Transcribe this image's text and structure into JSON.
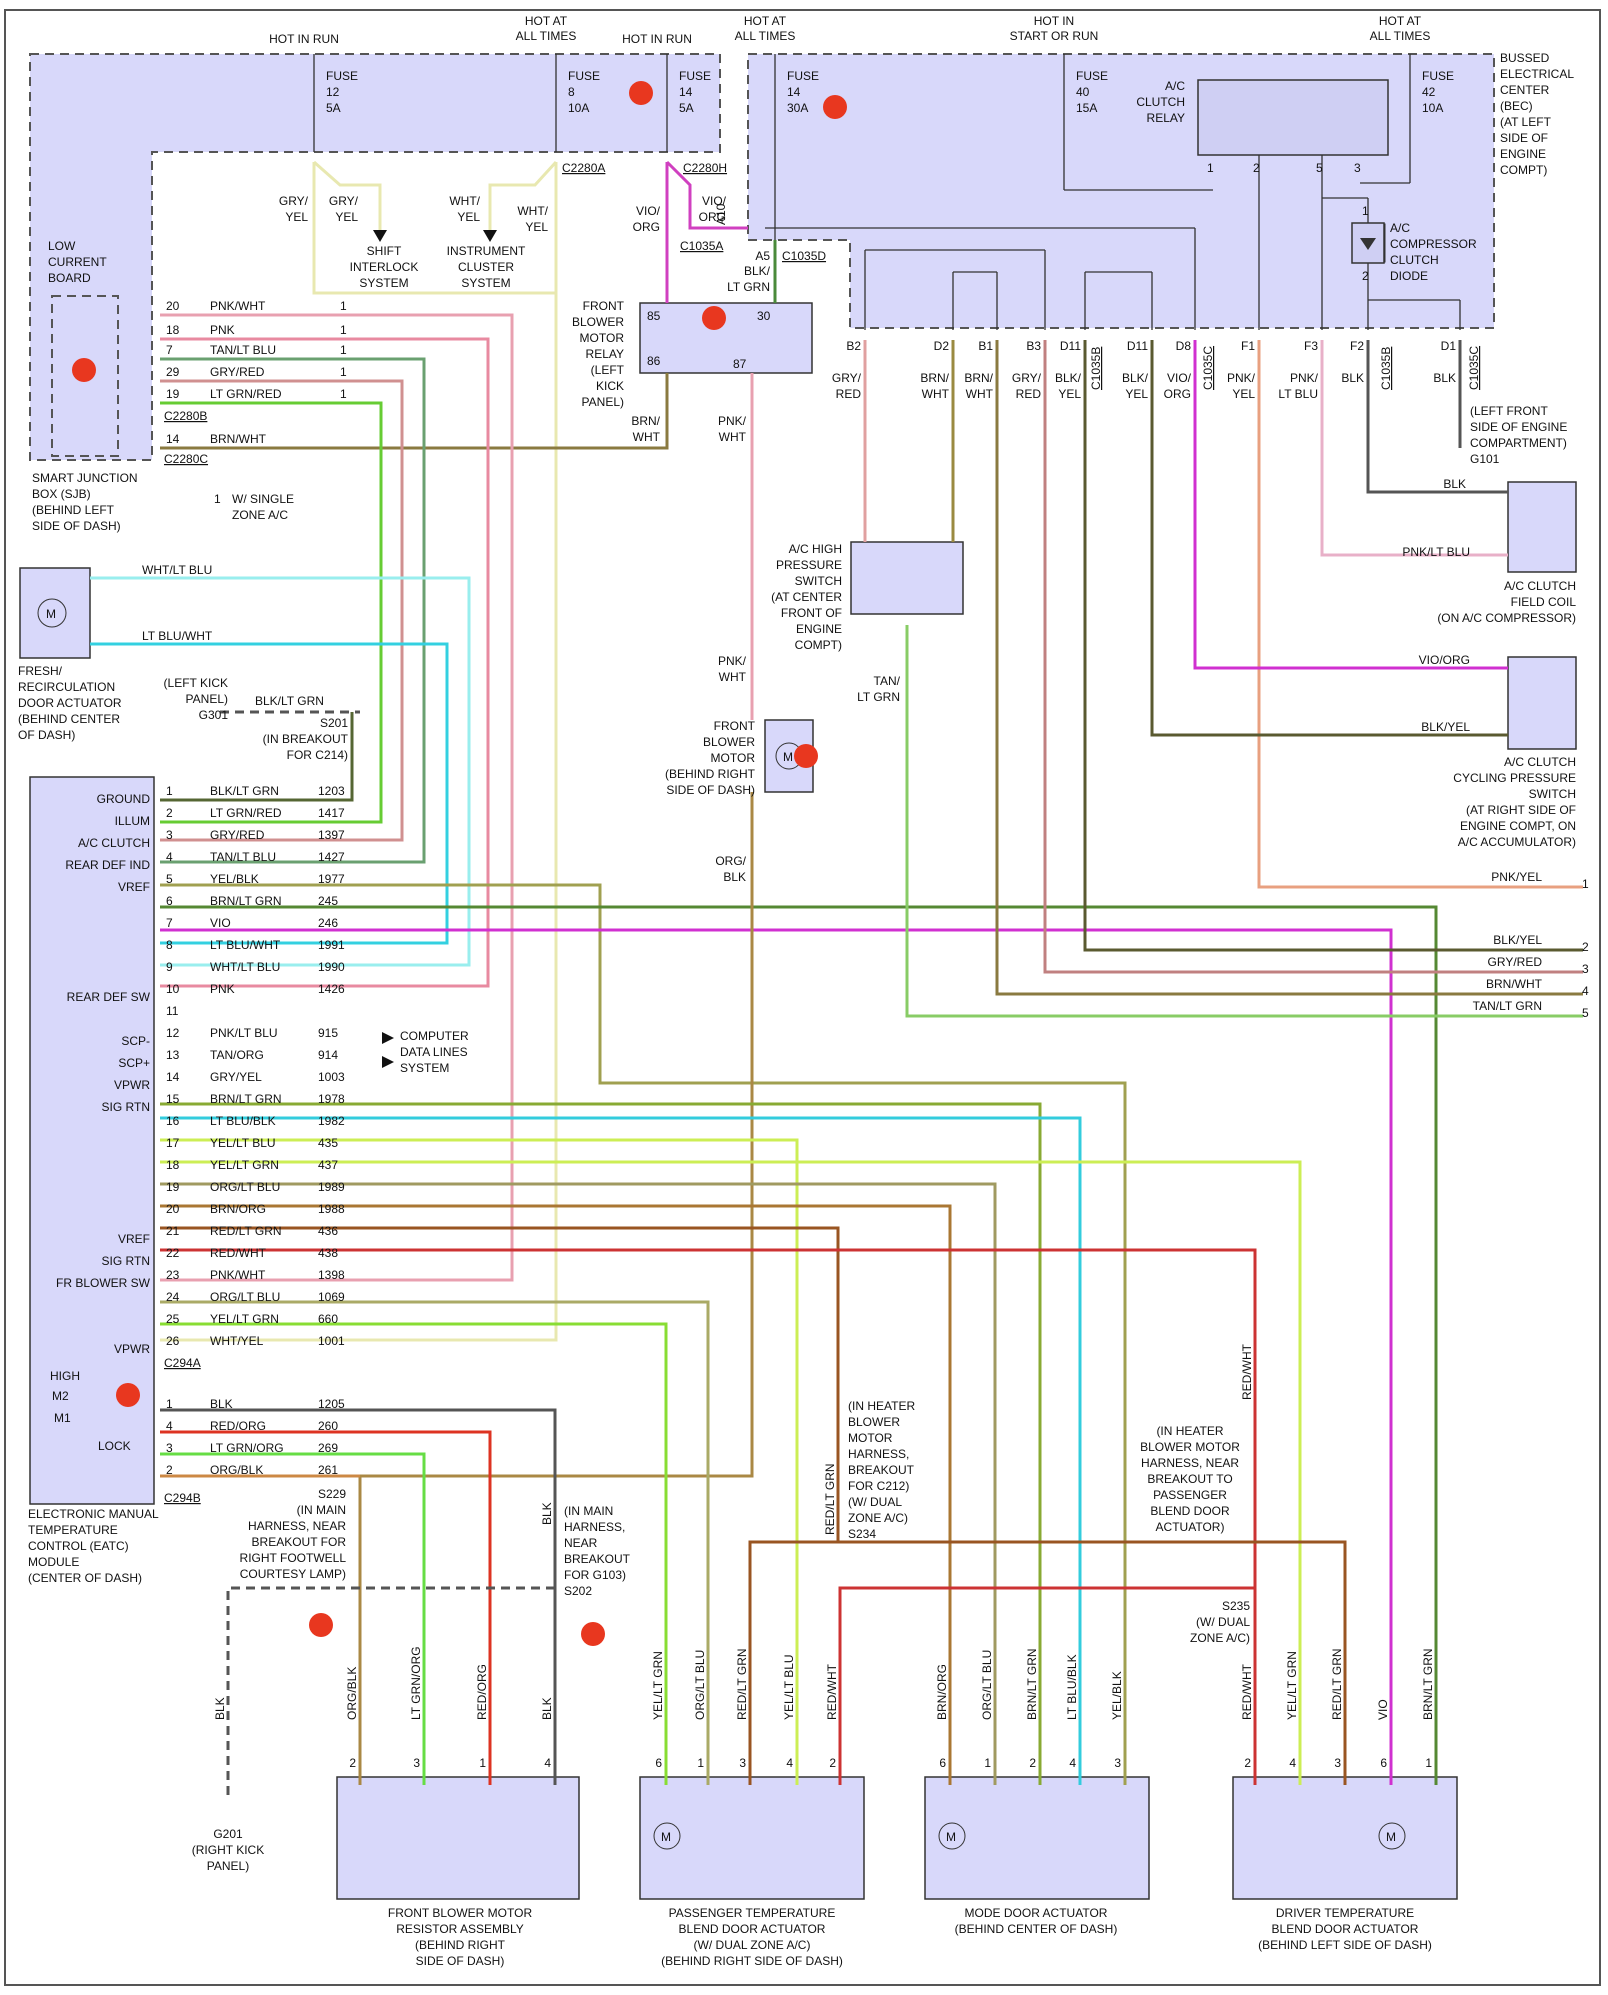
{
  "title": "Climate Control Wiring Diagram",
  "power_labels": [
    {
      "id": "fuse12",
      "text": [
        "HOT IN RUN"
      ]
    },
    {
      "id": "fuse8",
      "text": [
        "HOT AT",
        "ALL TIMES"
      ]
    },
    {
      "id": "fuse14a",
      "text": [
        "HOT IN RUN"
      ]
    },
    {
      "id": "fuse14b",
      "text": [
        "HOT AT",
        "ALL TIMES"
      ]
    },
    {
      "id": "fuse40",
      "text": [
        "HOT IN",
        "START OR RUN"
      ]
    },
    {
      "id": "fuse42",
      "text": [
        "HOT AT",
        "ALL TIMES"
      ]
    }
  ],
  "fuses": [
    {
      "id": "fuse12",
      "lines": [
        "FUSE",
        "12",
        "5A"
      ]
    },
    {
      "id": "fuse8",
      "lines": [
        "FUSE",
        "8",
        "10A"
      ]
    },
    {
      "id": "fuse14a",
      "lines": [
        "FUSE",
        "14",
        "5A"
      ]
    },
    {
      "id": "fuse14b",
      "lines": [
        "FUSE",
        "14",
        "30A"
      ]
    },
    {
      "id": "fuse40",
      "lines": [
        "FUSE",
        "40",
        "15A"
      ]
    },
    {
      "id": "fuse42",
      "lines": [
        "FUSE",
        "42",
        "10A"
      ]
    }
  ],
  "components": {
    "sjb": [
      "SMART JUNCTION",
      "BOX (SJB)",
      "(BEHIND LEFT",
      "SIDE OF DASH)"
    ],
    "lcb": [
      "LOW",
      "CURRENT",
      "BOARD"
    ],
    "bec": [
      "BUSSED",
      "ELECTRICAL",
      "CENTER",
      "(BEC)",
      "(AT LEFT",
      "SIDE OF",
      "ENGINE",
      "COMPT)"
    ],
    "ac_clutch_relay": [
      "A/C",
      "CLUTCH",
      "RELAY"
    ],
    "diode": [
      "A/C",
      "COMPRESSOR",
      "CLUTCH",
      "DIODE"
    ],
    "blower_relay": [
      "FRONT",
      "BLOWER",
      "MOTOR",
      "RELAY",
      "(LEFT",
      "KICK",
      "PANEL)"
    ],
    "shift_interlock": [
      "SHIFT",
      "INTERLOCK",
      "SYSTEM"
    ],
    "instrument_cluster": [
      "INSTRUMENT",
      "CLUSTER",
      "SYSTEM"
    ],
    "fresh_recirc": [
      "FRESH/",
      "RECIRCULATION",
      "DOOR ACTUATOR",
      "(BEHIND CENTER",
      "OF DASH)"
    ],
    "high_pressure": [
      "A/C HIGH",
      "PRESSURE",
      "SWITCH",
      "(AT CENTER",
      "FRONT OF",
      "ENGINE",
      "COMPT)"
    ],
    "field_coil": [
      "A/C CLUTCH",
      "FIELD COIL",
      "(ON A/C COMPRESSOR)"
    ],
    "cycling_switch": [
      "A/C CLUTCH",
      "CYCLING PRESSURE",
      "SWITCH",
      "(AT RIGHT SIDE OF",
      "ENGINE COMPT, ON",
      "A/C ACCUMULATOR)"
    ],
    "blower_motor": [
      "FRONT",
      "BLOWER",
      "MOTOR",
      "(BEHIND RIGHT",
      "SIDE OF DASH)"
    ],
    "eatc": [
      "ELECTRONIC MANUAL",
      "TEMPERATURE",
      "CONTROL (EATC)",
      "MODULE",
      "(CENTER OF DASH)"
    ],
    "resistor": [
      "FRONT BLOWER MOTOR",
      "RESISTOR ASSEMBLY",
      "(BEHIND RIGHT",
      "SIDE OF DASH)"
    ],
    "pass_blend": [
      "PASSENGER TEMPERATURE",
      "BLEND DOOR ACTUATOR",
      "(W/ DUAL ZONE A/C)",
      "(BEHIND RIGHT SIDE OF DASH)"
    ],
    "mode_door": [
      "MODE DOOR ACTUATOR",
      "(BEHIND CENTER OF DASH)"
    ],
    "driver_blend": [
      "DRIVER TEMPERATURE",
      "BLEND DOOR ACTUATOR",
      "(BEHIND LEFT SIDE OF DASH)"
    ],
    "computer_data": [
      "COMPUTER",
      "DATA LINES",
      "SYSTEM"
    ]
  },
  "note_single_zone": {
    "marker": "1",
    "text": [
      "W/ SINGLE",
      "ZONE A/C"
    ]
  },
  "connectors": {
    "c2280a": "C2280A",
    "c2280h": "C2280H",
    "c2280b": "C2280B",
    "c2280c": "C2280C",
    "c1035a": "C1035A",
    "c1035d": "C1035D",
    "c1035b": "C1035B",
    "c1035c": "C1035C",
    "c294a": "C294A",
    "c294b": "C294B"
  },
  "splices": {
    "g301": [
      "(LEFT KICK",
      "PANEL)",
      "G301"
    ],
    "s201": [
      "S201",
      "(IN BREAKOUT",
      "FOR C214)"
    ],
    "g101": [
      "(LEFT FRONT",
      "SIDE OF ENGINE",
      "COMPARTMENT)",
      "G101"
    ],
    "s229": [
      "S229",
      "(IN MAIN",
      "HARNESS, NEAR",
      "BREAKOUT FOR",
      "RIGHT FOOTWELL",
      "COURTESY LAMP)"
    ],
    "s202": [
      "(IN MAIN",
      "HARNESS,",
      "NEAR",
      "BREAKOUT",
      "FOR G103)",
      "S202"
    ],
    "s234": [
      "(IN HEATER",
      "BLOWER",
      "MOTOR",
      "HARNESS,",
      "BREAKOUT",
      "FOR C212)",
      "(W/ DUAL",
      "ZONE A/C)",
      "S234"
    ],
    "s235_note": [
      "(IN HEATER",
      "BLOWER MOTOR",
      "HARNESS, NEAR",
      "BREAKOUT TO",
      "PASSENGER",
      "BLEND DOOR",
      "ACTUATOR)"
    ],
    "s235": [
      "S235",
      "(W/ DUAL",
      "ZONE A/C)"
    ],
    "g201": [
      "G201",
      "(RIGHT KICK",
      "PANEL)"
    ]
  },
  "sjb_pins": [
    {
      "pin": "20",
      "wire": "PNK/WHT",
      "note": "1"
    },
    {
      "pin": "18",
      "wire": "PNK",
      "note": "1"
    },
    {
      "pin": "7",
      "wire": "TAN/LT BLU",
      "note": "1"
    },
    {
      "pin": "29",
      "wire": "GRY/RED",
      "note": "1"
    },
    {
      "pin": "19",
      "wire": "LT GRN/RED",
      "note": "1"
    },
    {
      "pin": "14",
      "wire": "BRN/WHT",
      "note": ""
    }
  ],
  "eatc_c294a": [
    {
      "pin": "1",
      "func": "GROUND",
      "wire": "BLK/LT GRN",
      "circuit": "1203"
    },
    {
      "pin": "2",
      "func": "ILLUM",
      "wire": "LT GRN/RED",
      "circuit": "1417"
    },
    {
      "pin": "3",
      "func": "A/C CLUTCH",
      "wire": "GRY/RED",
      "circuit": "1397"
    },
    {
      "pin": "4",
      "func": "REAR DEF IND",
      "wire": "TAN/LT BLU",
      "circuit": "1427"
    },
    {
      "pin": "5",
      "func": "VREF",
      "wire": "YEL/BLK",
      "circuit": "1977"
    },
    {
      "pin": "6",
      "func": "",
      "wire": "BRN/LT GRN",
      "circuit": "245"
    },
    {
      "pin": "7",
      "func": "",
      "wire": "VIO",
      "circuit": "246"
    },
    {
      "pin": "8",
      "func": "",
      "wire": "LT BLU/WHT",
      "circuit": "1991"
    },
    {
      "pin": "9",
      "func": "",
      "wire": "WHT/LT BLU",
      "circuit": "1990"
    },
    {
      "pin": "10",
      "func": "REAR DEF SW",
      "wire": "PNK",
      "circuit": "1426"
    },
    {
      "pin": "11",
      "func": "",
      "wire": "",
      "circuit": ""
    },
    {
      "pin": "12",
      "func": "SCP-",
      "wire": "PNK/LT BLU",
      "circuit": "915"
    },
    {
      "pin": "13",
      "func": "SCP+",
      "wire": "TAN/ORG",
      "circuit": "914"
    },
    {
      "pin": "14",
      "func": "VPWR",
      "wire": "GRY/YEL",
      "circuit": "1003"
    },
    {
      "pin": "15",
      "func": "SIG RTN",
      "wire": "BRN/LT GRN",
      "circuit": "1978"
    },
    {
      "pin": "16",
      "func": "",
      "wire": "LT BLU/BLK",
      "circuit": "1982"
    },
    {
      "pin": "17",
      "func": "",
      "wire": "YEL/LT BLU",
      "circuit": "435"
    },
    {
      "pin": "18",
      "func": "",
      "wire": "YEL/LT GRN",
      "circuit": "437"
    },
    {
      "pin": "19",
      "func": "",
      "wire": "ORG/LT BLU",
      "circuit": "1989"
    },
    {
      "pin": "20",
      "func": "",
      "wire": "BRN/ORG",
      "circuit": "1988"
    },
    {
      "pin": "21",
      "func": "VREF",
      "wire": "RED/LT GRN",
      "circuit": "436"
    },
    {
      "pin": "22",
      "func": "SIG RTN",
      "wire": "RED/WHT",
      "circuit": "438"
    },
    {
      "pin": "23",
      "func": "FR BLOWER SW",
      "wire": "PNK/WHT",
      "circuit": "1398"
    },
    {
      "pin": "24",
      "func": "",
      "wire": "ORG/LT BLU",
      "circuit": "1069"
    },
    {
      "pin": "25",
      "func": "",
      "wire": "YEL/LT GRN",
      "circuit": "660"
    },
    {
      "pin": "26",
      "func": "VPWR",
      "wire": "WHT/YEL",
      "circuit": "1001"
    }
  ],
  "eatc_c294b": [
    {
      "pin": "1",
      "wire": "BLK",
      "circuit": "1205"
    },
    {
      "pin": "4",
      "wire": "RED/ORG",
      "circuit": "260"
    },
    {
      "pin": "3",
      "wire": "LT GRN/ORG",
      "circuit": "269"
    },
    {
      "pin": "2",
      "wire": "ORG/BLK",
      "circuit": "261"
    }
  ],
  "blower_switch_positions": [
    "HIGH",
    "M2",
    "M1",
    "LOCK"
  ],
  "bec_pins": [
    {
      "pin": "B2",
      "wire": "GRY/RED"
    },
    {
      "pin": "D2",
      "wire": "BRN/WHT"
    },
    {
      "pin": "B1",
      "wire": "BRN/WHT"
    },
    {
      "pin": "B3",
      "wire": "GRY/RED"
    },
    {
      "pin": "D11",
      "wire": "BLK/YEL"
    },
    {
      "pin": "D11",
      "wire": "BLK/YEL"
    },
    {
      "pin": "D8",
      "wire": "VIO/ORG"
    },
    {
      "pin": "F1",
      "wire": "PNK/YEL"
    },
    {
      "pin": "F3",
      "wire": "PNK/LT BLU"
    },
    {
      "pin": "F2",
      "wire": "BLK"
    },
    {
      "pin": "D1",
      "wire": "BLK"
    }
  ],
  "relay_pins": {
    "p85": "85",
    "p86": "86",
    "p30": "30",
    "p87": "87",
    "a5": "A5",
    "a10": "A10"
  },
  "ac_relay_pins": [
    "1",
    "2",
    "5",
    "3"
  ],
  "diode_pins": [
    "1",
    "2"
  ],
  "right_edge_wires": [
    {
      "wire": "PNK/YEL",
      "pin": "1"
    },
    {
      "wire": "BLK/YEL",
      "pin": "2"
    },
    {
      "wire": "GRY/RED",
      "pin": "3"
    },
    {
      "wire": "BRN/WHT",
      "pin": "4"
    },
    {
      "wire": "TAN/LT GRN",
      "pin": "5"
    }
  ],
  "wire_labels": {
    "gry_yel": [
      "GRY/",
      "YEL"
    ],
    "wht_yel": [
      "WHT/",
      "YEL"
    ],
    "vio_org": [
      "VIO/",
      "ORG"
    ],
    "blk_ltgrn": [
      "BLK/",
      "LT GRN"
    ],
    "brn_wht": [
      "BRN/",
      "WHT"
    ],
    "pnk_wht": [
      "PNK/",
      "WHT"
    ],
    "org_blk": [
      "ORG/",
      "BLK"
    ],
    "tan_ltgrn": [
      "TAN/",
      "LT GRN"
    ],
    "wht_ltblu": "WHT/LT BLU",
    "ltblu_wht": "LT BLU/WHT",
    "blk_ltgrn_g301": "BLK/LT GRN",
    "blk": "BLK",
    "pnk_ltblu": "PNK/LT BLU",
    "vio_org_h": "VIO/ORG",
    "blk_yel_h": "BLK/YEL",
    "red_ltgrn": "RED/LT GRN",
    "red_wht": "RED/WHT"
  },
  "actuators": [
    {
      "id": "resistor",
      "pins": [
        {
          "pin": "2",
          "wire": "ORG/BLK"
        },
        {
          "pin": "3",
          "wire": "LT GRN/ORG"
        },
        {
          "pin": "1",
          "wire": "RED/ORG"
        },
        {
          "pin": "4",
          "wire": "BLK"
        }
      ]
    },
    {
      "id": "pass_blend",
      "pins": [
        {
          "pin": "6",
          "wire": "YEL/LT GRN"
        },
        {
          "pin": "1",
          "wire": "ORG/LT BLU"
        },
        {
          "pin": "3",
          "wire": "RED/LT GRN"
        },
        {
          "pin": "4",
          "wire": "YEL/LT BLU"
        },
        {
          "pin": "2",
          "wire": "RED/WHT"
        }
      ]
    },
    {
      "id": "mode_door",
      "pins": [
        {
          "pin": "6",
          "wire": "BRN/ORG"
        },
        {
          "pin": "1",
          "wire": "ORG/LT BLU"
        },
        {
          "pin": "2",
          "wire": "BRN/LT GRN"
        },
        {
          "pin": "4",
          "wire": "LT BLU/BLK"
        },
        {
          "pin": "3",
          "wire": "YEL/BLK"
        }
      ]
    },
    {
      "id": "driver_blend",
      "pins": [
        {
          "pin": "2",
          "wire": "RED/WHT"
        },
        {
          "pin": "4",
          "wire": "YEL/LT GRN"
        },
        {
          "pin": "3",
          "wire": "RED/LT GRN"
        },
        {
          "pin": "6",
          "wire": "VIO"
        },
        {
          "pin": "1",
          "wire": "BRN/LT GRN"
        }
      ]
    }
  ],
  "g201_wire": "BLK",
  "colors": {
    "box": "#d8d8fa",
    "marker": "#e8371f",
    "border": "#555555"
  }
}
